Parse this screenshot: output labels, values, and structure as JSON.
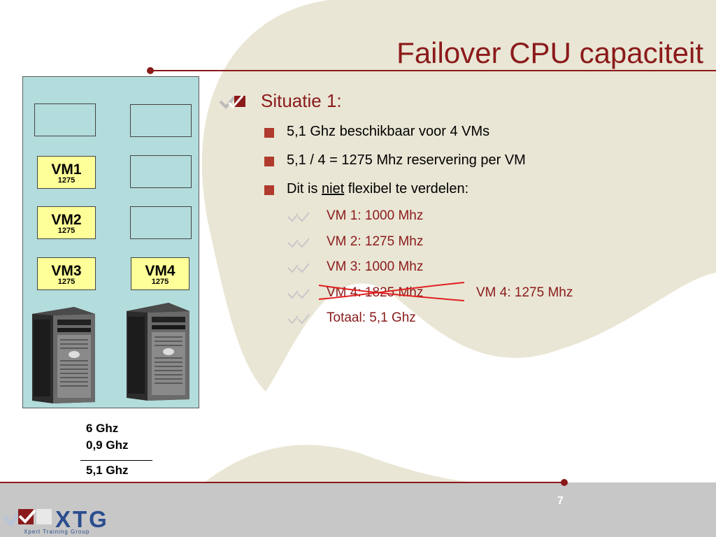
{
  "title": "Failover CPU capaciteit",
  "server_panel": {
    "vms": [
      {
        "name": "VM1",
        "mhz": "1275"
      },
      {
        "name": "VM2",
        "mhz": "1275"
      },
      {
        "name": "VM3",
        "mhz": "1275"
      },
      {
        "name": "VM4",
        "mhz": "1275"
      }
    ]
  },
  "calculation": {
    "line1": "6 Ghz",
    "line2": "0,9 Ghz",
    "result": "5,1 Ghz"
  },
  "content": {
    "heading": "Situatie 1:",
    "bullet1": "5,1 Ghz beschikbaar voor 4 VMs",
    "bullet2": "5,1 / 4 = 1275 Mhz reservering per VM",
    "bullet3_prefix": "Dit is ",
    "bullet3_underlined": "niet",
    "bullet3_suffix": " flexibel te verdelen:",
    "sub_items": [
      "VM 1: 1000 Mhz",
      "VM 2: 1275 Mhz",
      "VM 3: 1000 Mhz",
      "VM 4: 1825 Mhz",
      "Totaal: 5,1 Ghz"
    ],
    "correction": "VM 4: 1275 Mhz"
  },
  "footer": {
    "page_number": "7",
    "logo_text": "XTG",
    "logo_subtitle": "Xpert Training Group"
  },
  "colors": {
    "accent": "#8b1a1a",
    "bullet_square": "#b03a2e",
    "panel": "#b3dcdc",
    "vm_box": "#ffff99",
    "footer": "#c7c7c7",
    "logo": "#2a4d8e"
  }
}
